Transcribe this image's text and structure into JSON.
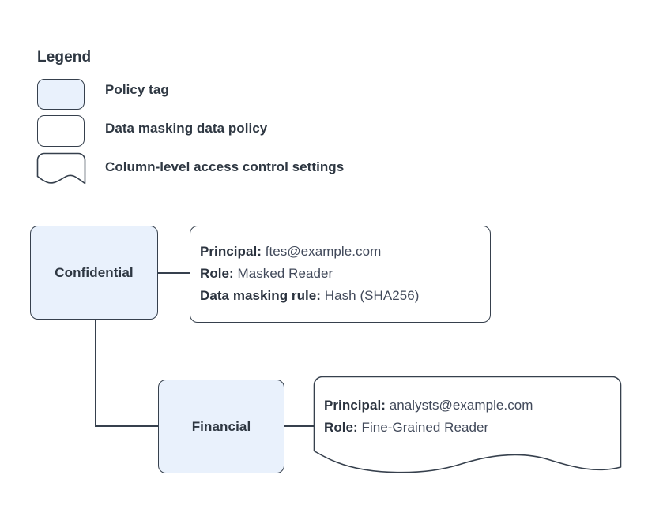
{
  "legend": {
    "title": "Legend",
    "items": [
      {
        "label": "Policy tag",
        "swatch": "rounded-rect-filled",
        "fill": "#e9f1fc"
      },
      {
        "label": "Data masking data policy",
        "swatch": "rounded-rect-outline",
        "fill": "#ffffff"
      },
      {
        "label": "Column-level access control settings",
        "swatch": "document-wave-shape",
        "fill": "#ffffff"
      }
    ]
  },
  "diagram": {
    "nodes": [
      {
        "id": "confidential",
        "label": "Confidential",
        "type": "policy-tag"
      },
      {
        "id": "financial",
        "label": "Financial",
        "type": "policy-tag"
      }
    ],
    "cards": [
      {
        "id": "card-confidential",
        "type": "data-masking-data-policy",
        "rows": [
          {
            "label": "Principal:",
            "value": "ftes@example.com"
          },
          {
            "label": "Role:",
            "value": "Masked Reader"
          },
          {
            "label": "Data masking rule:",
            "value": "Hash (SHA256)"
          }
        ]
      },
      {
        "id": "card-financial",
        "type": "column-level-access-control-settings",
        "rows": [
          {
            "label": "Principal:",
            "value": "analysts@example.com"
          },
          {
            "label": "Role:",
            "value": "Fine-Grained Reader"
          }
        ]
      }
    ],
    "edges": [
      {
        "from": "confidential",
        "to": "card-confidential"
      },
      {
        "from": "confidential",
        "to": "financial"
      },
      {
        "from": "financial",
        "to": "card-financial"
      }
    ]
  },
  "colors": {
    "node_fill": "#e9f1fc",
    "stroke": "#36404d",
    "card_fill": "#ffffff",
    "text_strong": "#2e3742",
    "text_value": "#41495a",
    "background": "#ffffff"
  }
}
